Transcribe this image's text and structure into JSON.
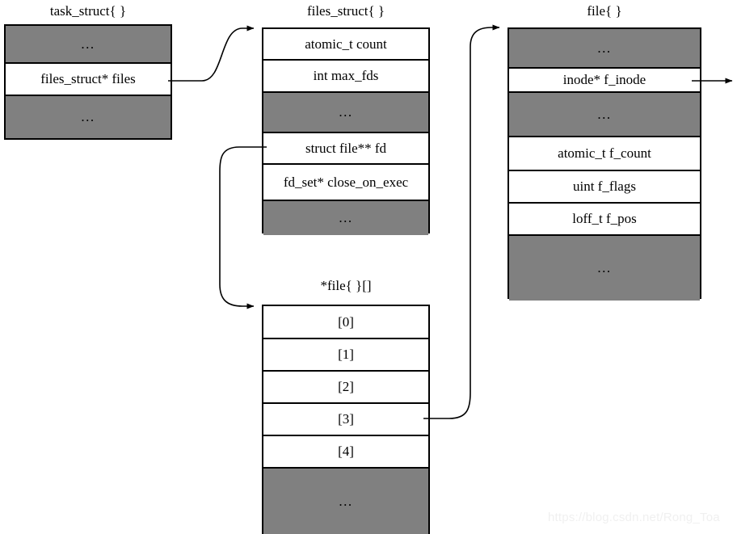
{
  "diagram": {
    "title_task": "task_struct{ }",
    "title_files": "files_struct{ }",
    "title_file": "file{ }",
    "title_array": "*file{ }[]",
    "colors": {
      "filled_row": "#808080",
      "border": "#000000",
      "background": "#ffffff",
      "watermark": "#f0f0f0"
    },
    "watermark": "https://blog.csdn.net/Rong_Toa"
  },
  "task_struct": {
    "title": "task_struct{ }",
    "rows": [
      {
        "label": "...",
        "style": "filled"
      },
      {
        "label": "files_struct* files",
        "style": "plain"
      },
      {
        "label": "...",
        "style": "filled"
      }
    ]
  },
  "files_struct": {
    "title": "files_struct{ }",
    "rows": [
      {
        "label": "atomic_t count",
        "style": "plain"
      },
      {
        "label": "int max_fds",
        "style": "plain"
      },
      {
        "label": "...",
        "style": "filled"
      },
      {
        "label": "struct file** fd",
        "style": "plain"
      },
      {
        "label": "fd_set* close_on_exec",
        "style": "plain"
      },
      {
        "label": "...",
        "style": "filled"
      }
    ]
  },
  "file_struct": {
    "title": "file{ }",
    "rows": [
      {
        "label": "...",
        "style": "filled"
      },
      {
        "label": "inode* f_inode",
        "style": "plain"
      },
      {
        "label": "...",
        "style": "filled"
      },
      {
        "label": "atomic_t f_count",
        "style": "plain"
      },
      {
        "label": "uint f_flags",
        "style": "plain"
      },
      {
        "label": "loff_t f_pos",
        "style": "plain"
      },
      {
        "label": "...",
        "style": "filled"
      }
    ]
  },
  "file_array": {
    "title": "*file{ }[]",
    "rows": [
      {
        "label": "[0]",
        "style": "plain"
      },
      {
        "label": "[1]",
        "style": "plain"
      },
      {
        "label": "[2]",
        "style": "plain"
      },
      {
        "label": "[3]",
        "style": "plain"
      },
      {
        "label": "[4]",
        "style": "plain"
      },
      {
        "label": "...",
        "style": "filled"
      }
    ]
  },
  "connections": [
    {
      "name": "files-pointer-to-files-struct",
      "from": "task_struct.files_struct* files",
      "to": "files_struct"
    },
    {
      "name": "fd-pointer-to-file-array",
      "from": "files_struct.struct file** fd",
      "to": "*file{ }[]"
    },
    {
      "name": "array-slot-3-to-file",
      "from": "*file{ }[].[3]",
      "to": "file{ }"
    },
    {
      "name": "f-inode-pointer-out",
      "from": "file{ }.inode* f_inode",
      "to": ""
    }
  ]
}
